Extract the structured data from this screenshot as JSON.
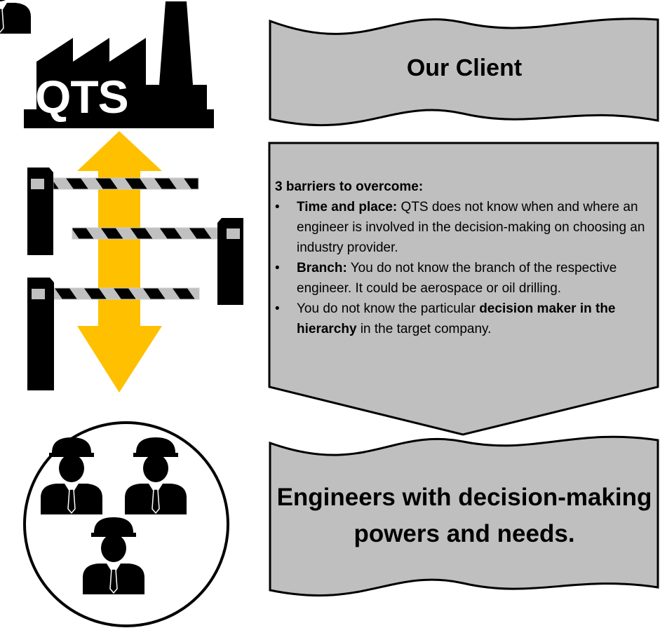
{
  "logo": {
    "text": "QTS"
  },
  "client_banner": {
    "label": "Our Client"
  },
  "barriers_box": {
    "heading": "3 barriers to overcome:",
    "items": [
      {
        "bold": "Time and place:",
        "text": " QTS does not know when and where an engineer is involved in the decision-making on choosing an industry provider."
      },
      {
        "bold": "Branch:",
        "text": " You do not know the branch of the respective engineer. It could be aerospace or oil drilling."
      },
      {
        "pre": "You do not know the particular ",
        "bold": "decision maker in the hierarchy",
        "text": " in the target company."
      }
    ]
  },
  "engineers_banner": {
    "label": "Engineers with decision-making powers and needs."
  },
  "colors": {
    "arrow": "#FFC000",
    "box_fill": "#BFBFBF",
    "ink": "#000000",
    "bar_stripe": "#C0C0C0"
  }
}
